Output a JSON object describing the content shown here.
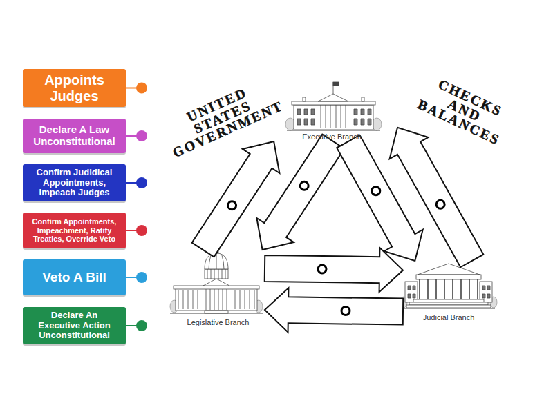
{
  "diagram": {
    "nodes": [
      {
        "text": [
          "Appoints Judges"
        ]
      },
      {
        "text": [
          "Declare A Law Unconstitutional"
        ]
      },
      {
        "text": [
          "Confirm Judidical Appointments, Impeach Judges"
        ]
      },
      {
        "text": [
          "Confirm Appointments, Impeachment, Ratify Treaties, Override Veto"
        ]
      },
      {
        "text": [
          "Veto A Bill"
        ]
      },
      {
        "text": [
          "Declare An Executive Action Unconstitutional"
        ]
      },
      {
        "text": [
          "Executive Branch"
        ]
      },
      {
        "text": [
          "Legislative Branch"
        ]
      },
      {
        "text": [
          "Judicial Branch"
        ]
      }
    ],
    "edges": [
      {
        "from": 7,
        "to": 6,
        "arrow": "to"
      },
      {
        "from": 6,
        "to": 7,
        "arrow": "to"
      },
      {
        "from": 6,
        "to": 8,
        "arrow": "to"
      },
      {
        "from": 8,
        "to": 6,
        "arrow": "to"
      },
      {
        "from": 7,
        "to": 8,
        "arrow": "to"
      },
      {
        "from": 8,
        "to": 7,
        "arrow": "to"
      }
    ],
    "labels": [
      "UNITED STATES GOVERNMENT",
      "CHECKS AND BALANCES"
    ]
  }
}
